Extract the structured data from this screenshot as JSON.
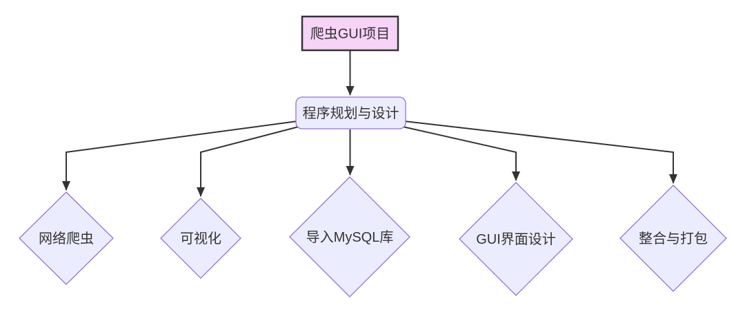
{
  "diagram": {
    "type": "flowchart",
    "direction": "top-down",
    "nodes": {
      "root": {
        "label": "爬虫GUI项目",
        "shape": "rectangle"
      },
      "planning": {
        "label": "程序规划与设计",
        "shape": "rounded-rectangle"
      },
      "tasks": [
        {
          "label": "网络爬虫",
          "shape": "diamond"
        },
        {
          "label": "可视化",
          "shape": "diamond"
        },
        {
          "label": "导入MySQL库",
          "shape": "diamond"
        },
        {
          "label": "GUI界面设计",
          "shape": "diamond"
        },
        {
          "label": "整合与打包",
          "shape": "diamond"
        }
      ]
    },
    "edges": [
      {
        "from": "爬虫GUI项目",
        "to": "程序规划与设计"
      },
      {
        "from": "程序规划与设计",
        "to": "网络爬虫"
      },
      {
        "from": "程序规划与设计",
        "to": "可视化"
      },
      {
        "from": "程序规划与设计",
        "to": "导入MySQL库"
      },
      {
        "from": "程序规划与设计",
        "to": "GUI界面设计"
      },
      {
        "from": "程序规划与设计",
        "to": "整合与打包"
      }
    ],
    "colors": {
      "background": "#ffffff",
      "root_fill": "#f7d3f7",
      "root_stroke": "#333333",
      "node_fill": "#ececff",
      "node_stroke": "#9370db",
      "edge_stroke": "#333333",
      "text": "#333333"
    }
  }
}
